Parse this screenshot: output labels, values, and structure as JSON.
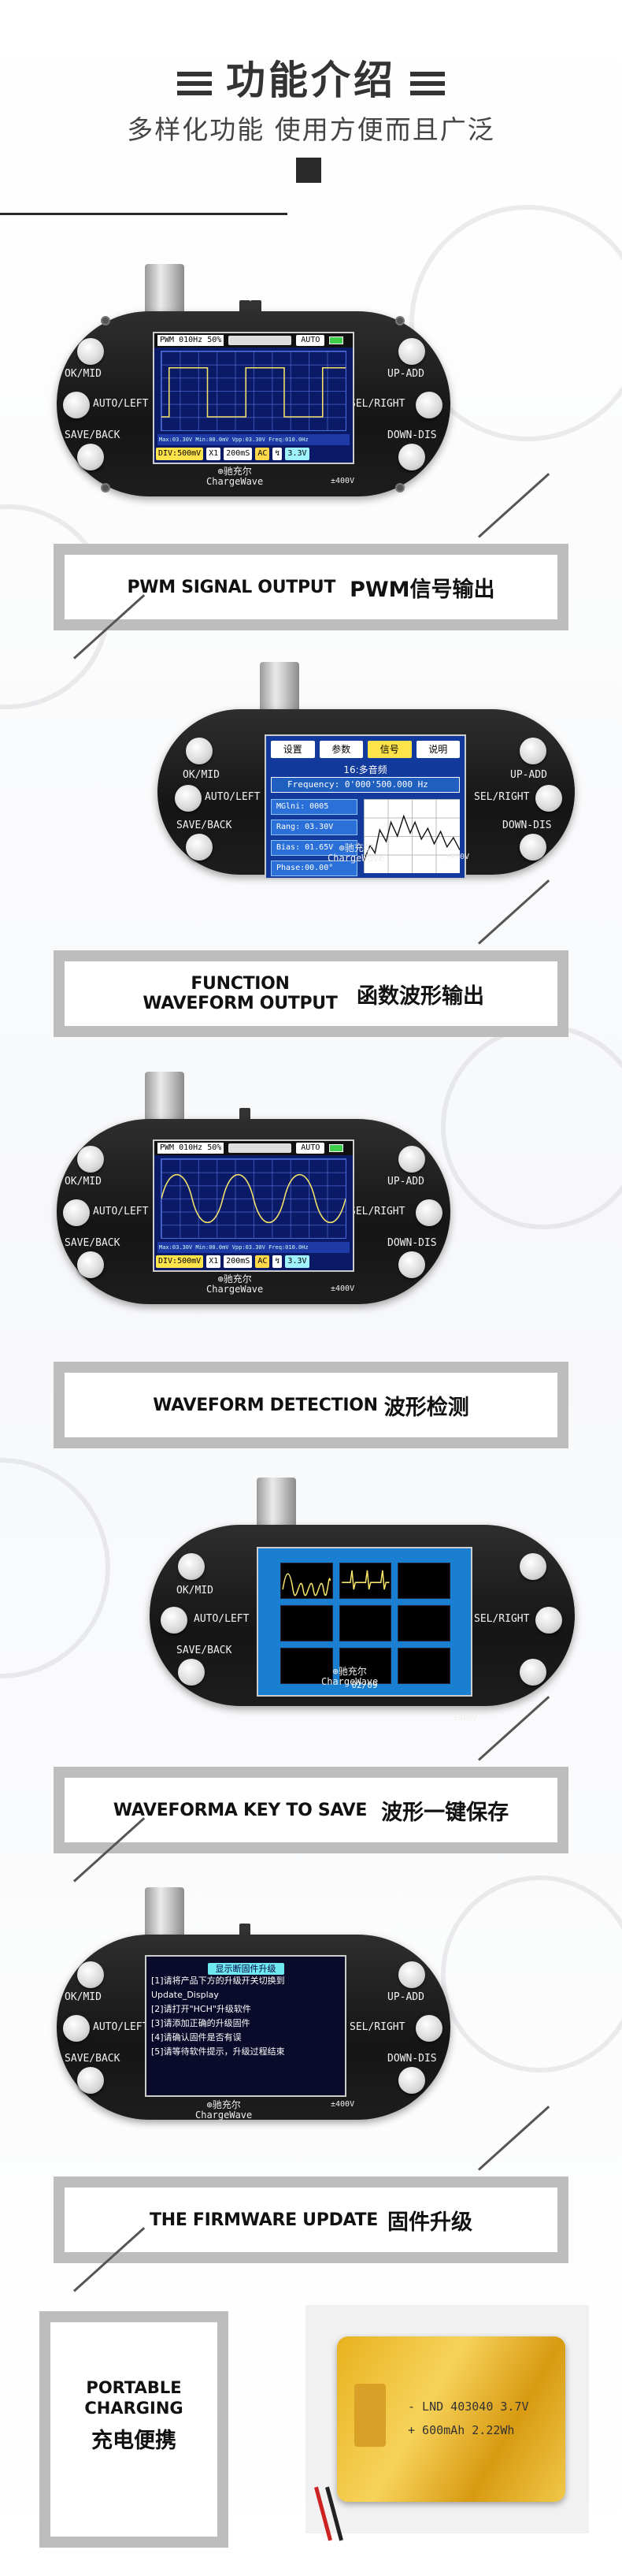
{
  "header": {
    "title": "功能介绍",
    "subtitle": "多样化功能  使用方便而且广泛"
  },
  "device": {
    "btn_ok_mid": "OK/MID",
    "btn_auto_left": "AUTO/LEFT",
    "btn_save_back": "SAVE/BACK",
    "btn_up_add": "UP-ADD",
    "btn_sel_right": "SEL/RIGHT",
    "btn_down_dis": "DOWN-DIS",
    "brand_cn": "⊕驰充尔",
    "brand_en": "ChargeWave",
    "voltage": "±400V"
  },
  "scope": {
    "pwm_label": "PWM 010Hz 50%",
    "mode": "AUTO",
    "measure_line": "Max:03.30V Min:00.0mV Vpp:03.30V Freq:010.0Hz",
    "div": "DIV:500mV",
    "mult": "X1",
    "time": "200mS",
    "coupling": "AC",
    "trig": "↯",
    "level": "3.3V"
  },
  "fg": {
    "tabs": [
      "设置",
      "参数",
      "信号",
      "说明"
    ],
    "title": "16:多音频",
    "freq": "Frequency:  0'000'500.000  Hz",
    "params": [
      "MGlni: 0005",
      "Rang: 03.30V",
      "Bias: 01.65V",
      "Phase:00.00°"
    ]
  },
  "save": {
    "page": "02/09"
  },
  "firmware": {
    "head": "显示断固件升级",
    "lines": [
      "[1]请将产品下方的升级开关切换到",
      "    Update_Display",
      "[2]请打开\"HCH\"升级软件",
      "[3]请添加正确的升级固件",
      "[4]请确认固件是否有误",
      "[5]请等待软件提示，升级过程结束"
    ]
  },
  "captions": {
    "c1_en": "PWM SIGNAL OUTPUT",
    "c1_cn": "PWM信号输出",
    "c2_en": "FUNCTION WAVEFORM OUTPUT",
    "c2_cn": "函数波形输出",
    "c3_en": "WAVEFORM DETECTION",
    "c3_cn": "波形检测",
    "c4_en": "WAVEFORMA KEY TO SAVE",
    "c4_cn": "波形一键保存",
    "c5_en": "THE FIRMWARE UPDATE",
    "c5_cn": "固件升级"
  },
  "battery": {
    "l1": "PORTABLE",
    "l2": "CHARGING",
    "cn": "充电便携",
    "label1": "- LND 403040  3.7V",
    "label2": "+ 600mAh    2.22Wh"
  }
}
